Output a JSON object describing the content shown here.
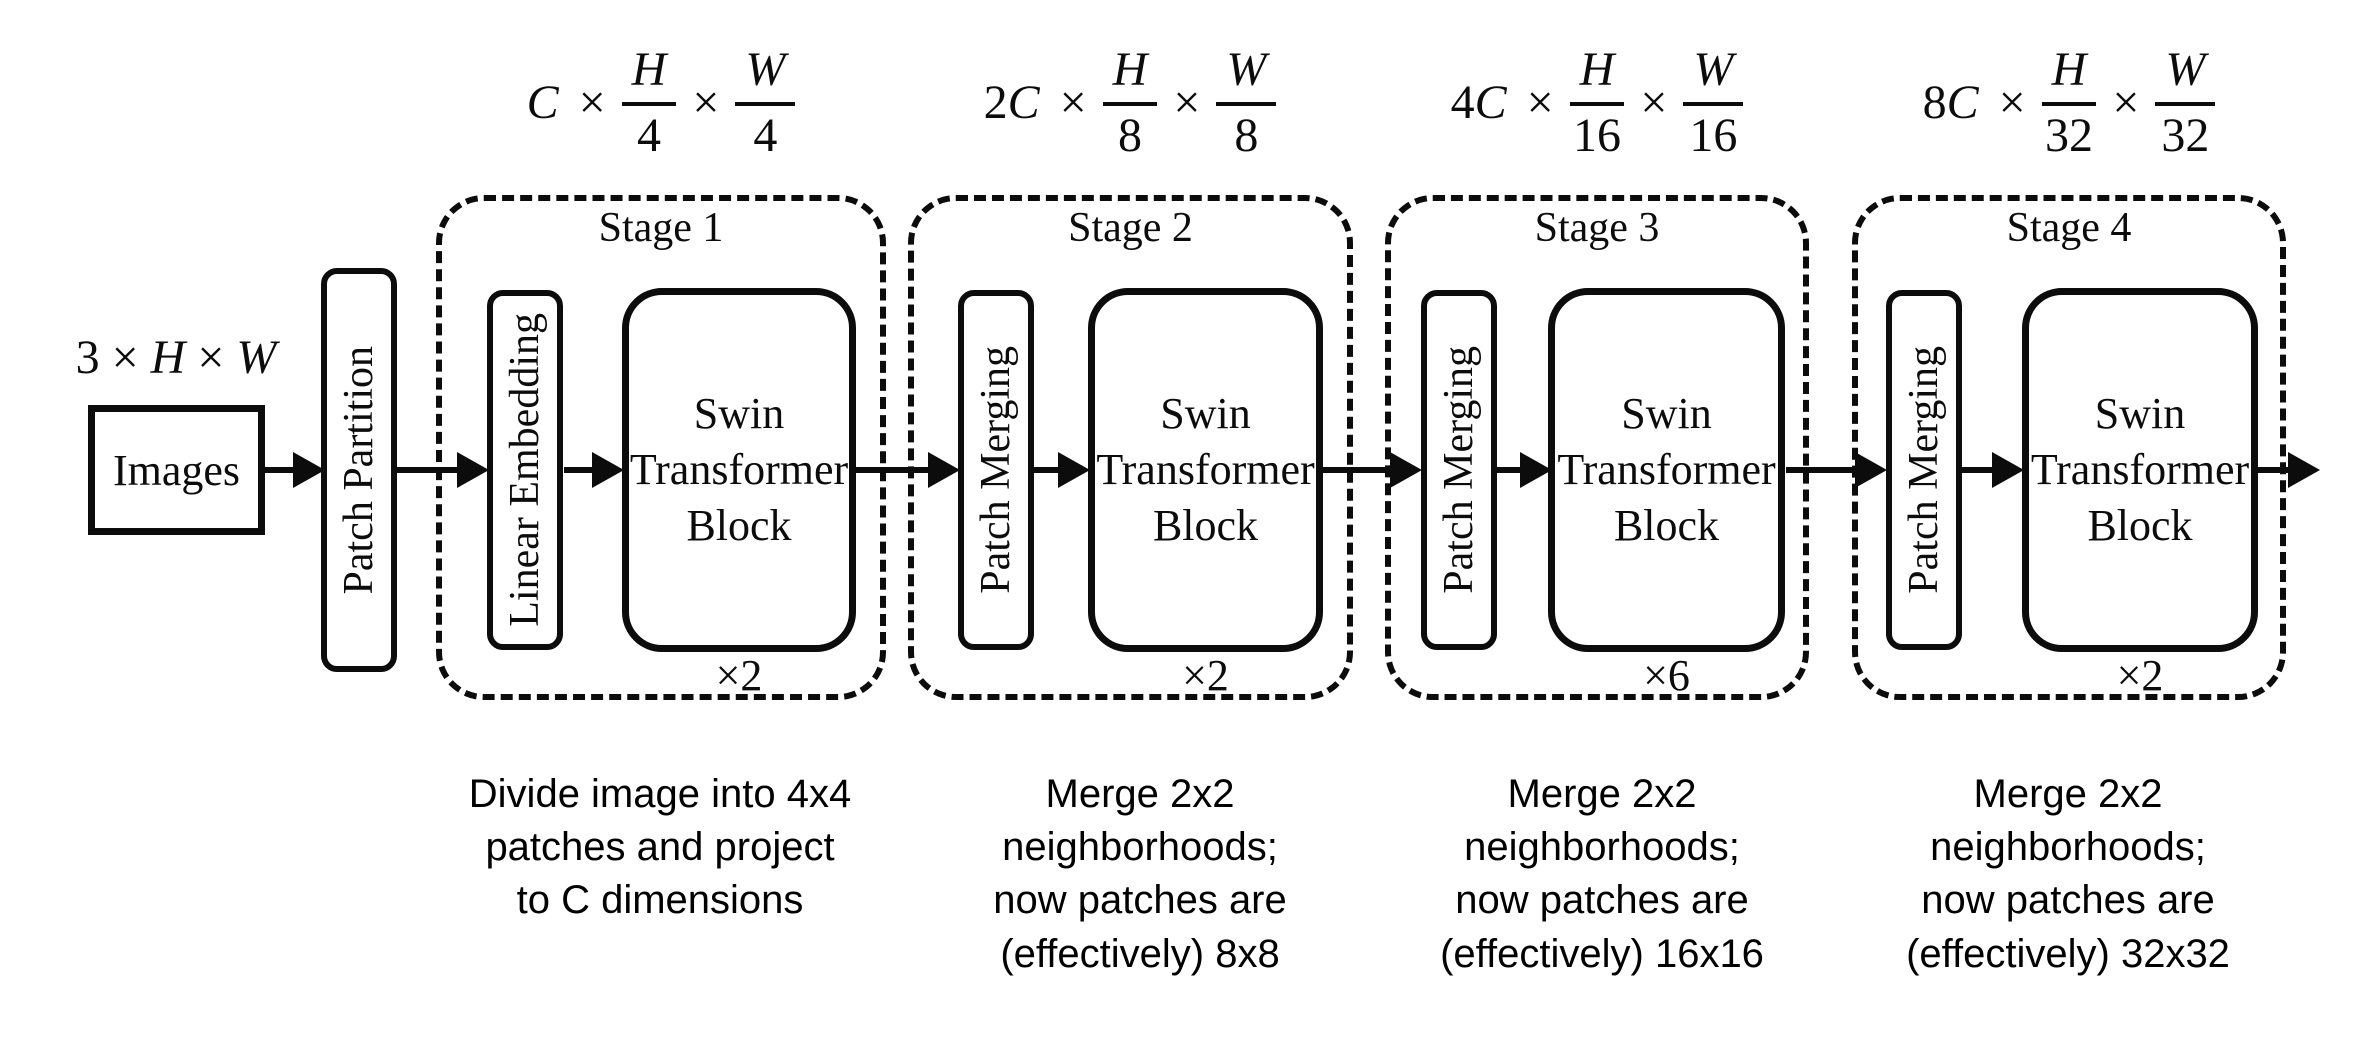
{
  "symbols": {
    "times": "×",
    "height_var": "H",
    "width_var": "W"
  },
  "input": {
    "dim_value": "3",
    "box_label": "Images"
  },
  "patch_partition": {
    "label": "Patch Partition"
  },
  "stages": [
    {
      "label": "Stage 1",
      "dim": {
        "coeff_num": "",
        "coeff_var": "C",
        "h_den": "4",
        "w_den": "4"
      },
      "op_label": "Linear Embedding",
      "block_lines": [
        "Swin",
        "Transformer",
        "Block"
      ],
      "repeat": "×2",
      "caption_lines": [
        "Divide image into 4x4",
        "patches and project",
        "to C dimensions"
      ]
    },
    {
      "label": "Stage 2",
      "dim": {
        "coeff_num": "2",
        "coeff_var": "C",
        "h_den": "8",
        "w_den": "8"
      },
      "op_label": "Patch Merging",
      "block_lines": [
        "Swin",
        "Transformer",
        "Block"
      ],
      "repeat": "×2",
      "caption_lines": [
        "Merge 2x2",
        "neighborhoods;",
        "now patches are",
        "(effectively) 8x8"
      ]
    },
    {
      "label": "Stage 3",
      "dim": {
        "coeff_num": "4",
        "coeff_var": "C",
        "h_den": "16",
        "w_den": "16"
      },
      "op_label": "Patch Merging",
      "block_lines": [
        "Swin",
        "Transformer",
        "Block"
      ],
      "repeat": "×6",
      "caption_lines": [
        "Merge 2x2",
        "neighborhoods;",
        "now patches are",
        "(effectively) 16x16"
      ]
    },
    {
      "label": "Stage 4",
      "dim": {
        "coeff_num": "8",
        "coeff_var": "C",
        "h_den": "32",
        "w_den": "32"
      },
      "op_label": "Patch Merging",
      "block_lines": [
        "Swin",
        "Transformer",
        "Block"
      ],
      "repeat": "×2",
      "caption_lines": [
        "Merge 2x2",
        "neighborhoods;",
        "now patches are",
        "(effectively) 32x32"
      ]
    }
  ],
  "colors": {
    "ink": "#0c0c0c",
    "background": "#ffffff"
  }
}
